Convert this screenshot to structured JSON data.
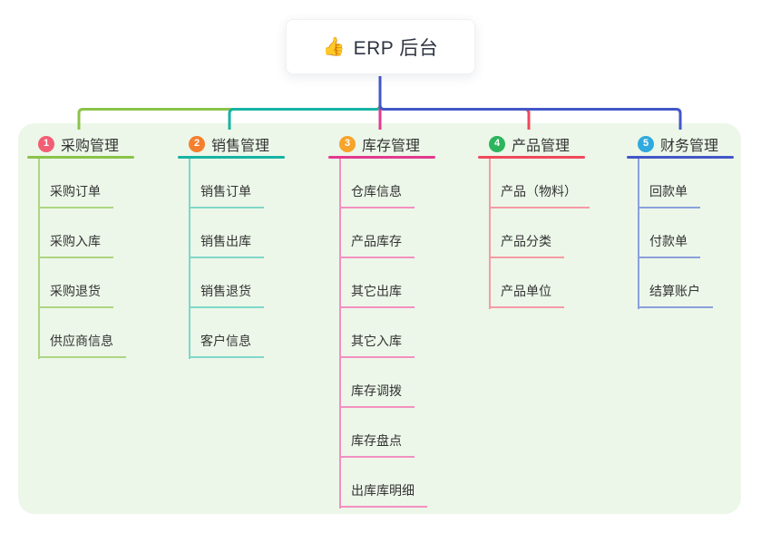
{
  "root": {
    "emoji": "👍",
    "title": "ERP 后台"
  },
  "panel": {
    "background": "#ecf7e9"
  },
  "connector": {
    "root_color": "#4457c8"
  },
  "branches": [
    {
      "num": "1",
      "label": "采购管理",
      "badge_color": "#f25e74",
      "color": "#8bc34a",
      "light_color": "#aed581",
      "children": [
        "采购订单",
        "采购入库",
        "采购退货",
        "供应商信息"
      ]
    },
    {
      "num": "2",
      "label": "销售管理",
      "badge_color": "#f57f2e",
      "color": "#17b3a3",
      "light_color": "#7fd7ca",
      "children": [
        "销售订单",
        "销售出库",
        "销售退货",
        "客户信息"
      ]
    },
    {
      "num": "3",
      "label": "库存管理",
      "badge_color": "#f7a42a",
      "color": "#e23a8e",
      "light_color": "#f490c0",
      "children": [
        "仓库信息",
        "产品库存",
        "其它出库",
        "其它入库",
        "库存调拨",
        "库存盘点",
        "出库库明细"
      ]
    },
    {
      "num": "4",
      "label": "产品管理",
      "badge_color": "#2db55d",
      "color": "#f0485c",
      "light_color": "#f79aa5",
      "children": [
        "产品（物料）",
        "产品分类",
        "产品单位"
      ]
    },
    {
      "num": "5",
      "label": "财务管理",
      "badge_color": "#30a9de",
      "color": "#4457c8",
      "light_color": "#8ba0dc",
      "children": [
        "回款单",
        "付款单",
        "结算账户"
      ]
    }
  ]
}
